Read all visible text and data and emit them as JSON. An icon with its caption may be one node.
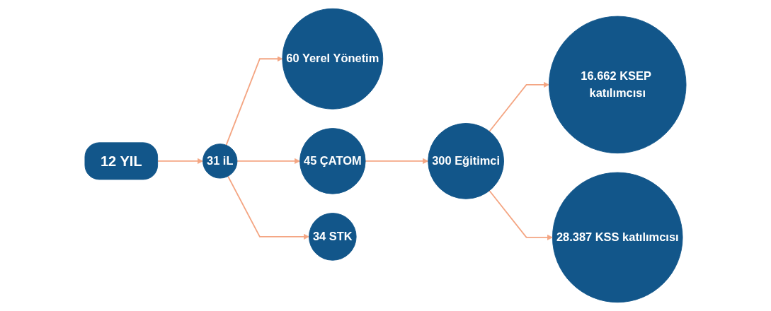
{
  "diagram": {
    "nodes": [
      {
        "text": [
          "12 YIL"
        ]
      },
      {
        "text": [
          "31 iL"
        ]
      },
      {
        "text": [
          "60 Yerel Yönetim"
        ]
      },
      {
        "text": [
          "45 ÇATOM"
        ]
      },
      {
        "text": [
          "34 STK"
        ]
      },
      {
        "text": [
          "300 Eğitimci"
        ]
      },
      {
        "text": [
          "16.662 KSEP katılımcısı"
        ]
      },
      {
        "text": [
          "28.387 KSS katılımcısı"
        ]
      }
    ],
    "edges": [
      {
        "from": 0,
        "to": 1,
        "arrow": "to"
      },
      {
        "from": 1,
        "to": 2,
        "arrow": "to"
      },
      {
        "from": 1,
        "to": 3,
        "arrow": "to"
      },
      {
        "from": 1,
        "to": 4,
        "arrow": "to"
      },
      {
        "from": 3,
        "to": 5,
        "arrow": "to"
      },
      {
        "from": 5,
        "to": 6,
        "arrow": "to"
      },
      {
        "from": 5,
        "to": 7,
        "arrow": "to"
      }
    ]
  }
}
